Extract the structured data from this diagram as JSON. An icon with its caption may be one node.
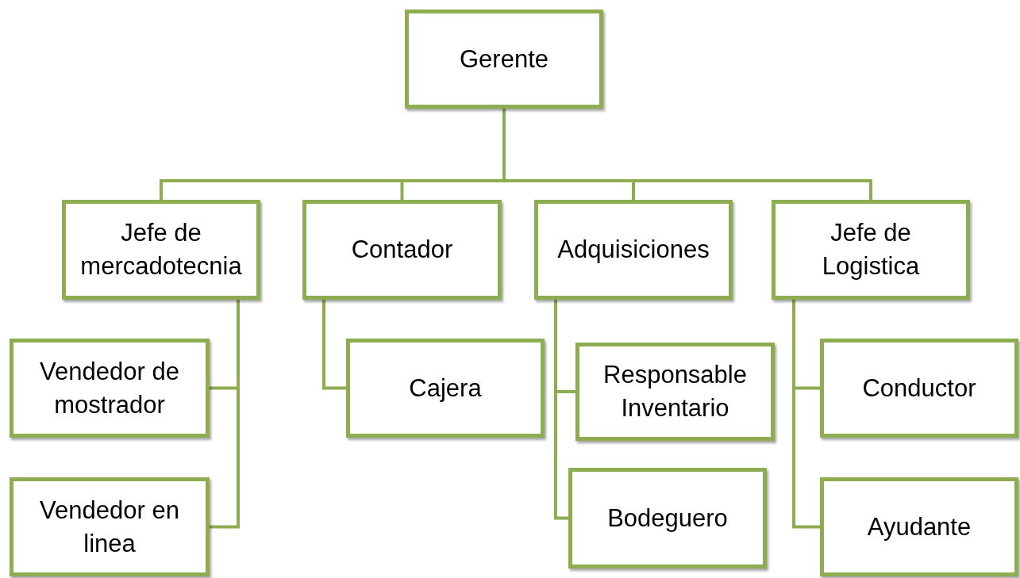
{
  "diagram": {
    "nodes": [
      {
        "text": [
          "Gerente"
        ]
      },
      {
        "text": [
          "Jefe de mercadotecnia"
        ]
      },
      {
        "text": [
          "Contador"
        ]
      },
      {
        "text": [
          "Adquisiciones"
        ]
      },
      {
        "text": [
          "Jefe de Logistica"
        ]
      },
      {
        "text": [
          "Vendedor de mostrador"
        ]
      },
      {
        "text": [
          "Vendedor en linea"
        ]
      },
      {
        "text": [
          "Cajera"
        ]
      },
      {
        "text": [
          "Responsable Inventario"
        ]
      },
      {
        "text": [
          "Bodeguero"
        ]
      },
      {
        "text": [
          "Conductor"
        ]
      },
      {
        "text": [
          "Ayudante"
        ]
      }
    ],
    "edges": [
      {
        "from": 0,
        "to": 1,
        "arrow": "none"
      },
      {
        "from": 0,
        "to": 2,
        "arrow": "none"
      },
      {
        "from": 0,
        "to": 3,
        "arrow": "none"
      },
      {
        "from": 0,
        "to": 4,
        "arrow": "none"
      },
      {
        "from": 1,
        "to": 5,
        "arrow": "none"
      },
      {
        "from": 1,
        "to": 6,
        "arrow": "none"
      },
      {
        "from": 2,
        "to": 7,
        "arrow": "none"
      },
      {
        "from": 3,
        "to": 8,
        "arrow": "none"
      },
      {
        "from": 3,
        "to": 9,
        "arrow": "none"
      },
      {
        "from": 4,
        "to": 10,
        "arrow": "none"
      },
      {
        "from": 4,
        "to": 11,
        "arrow": "none"
      }
    ]
  }
}
